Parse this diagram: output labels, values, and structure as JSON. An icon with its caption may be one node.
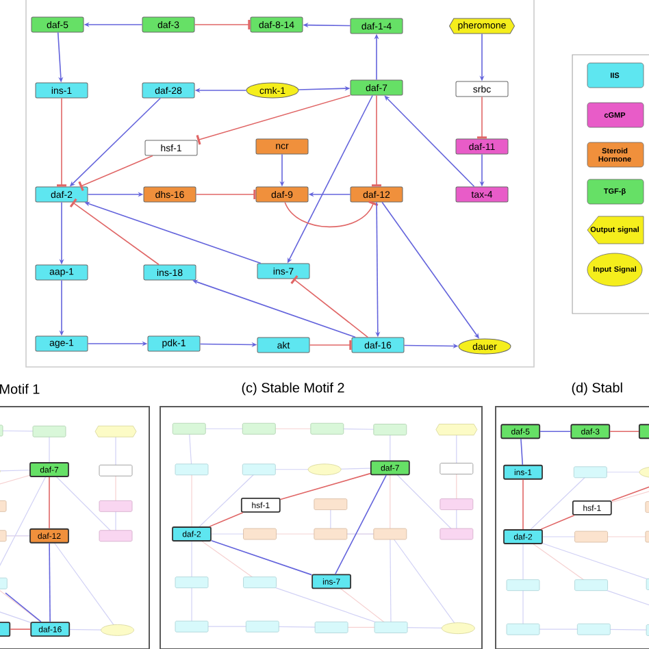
{
  "diagram": {
    "nodes": [
      {
        "text": [
          "daf-5"
        ]
      },
      {
        "text": [
          "daf-3"
        ]
      },
      {
        "text": [
          "daf-8-14"
        ]
      },
      {
        "text": [
          "daf-1-4"
        ]
      },
      {
        "text": [
          "pheromone"
        ]
      },
      {
        "text": [
          "ins-1"
        ]
      },
      {
        "text": [
          "daf-28"
        ]
      },
      {
        "text": [
          "cmk-1"
        ]
      },
      {
        "text": [
          "daf-7"
        ]
      },
      {
        "text": [
          "srbc"
        ]
      },
      {
        "text": [
          "hsf-1"
        ]
      },
      {
        "text": [
          "ncr"
        ]
      },
      {
        "text": [
          "daf-11"
        ]
      },
      {
        "text": [
          "daf-2"
        ]
      },
      {
        "text": [
          "dhs-16"
        ]
      },
      {
        "text": [
          "daf-9"
        ]
      },
      {
        "text": [
          "daf-12"
        ]
      },
      {
        "text": [
          "tax-4"
        ]
      },
      {
        "text": [
          "aap-1"
        ]
      },
      {
        "text": [
          "ins-18"
        ]
      },
      {
        "text": [
          "ins-7"
        ]
      },
      {
        "text": [
          "age-1"
        ]
      },
      {
        "text": [
          "pdk-1"
        ]
      },
      {
        "text": [
          "akt"
        ]
      },
      {
        "text": [
          "daf-16"
        ]
      },
      {
        "text": [
          "dauer"
        ]
      },
      {
        "text": [
          "daf-7"
        ]
      },
      {
        "text": [
          "daf-12"
        ]
      },
      {
        "text": [],
        "shape": "box"
      },
      {
        "text": [
          "daf-16"
        ]
      },
      {
        "text": [
          "daf-7"
        ]
      },
      {
        "text": [
          "hsf-1"
        ]
      },
      {
        "text": [
          "daf-2"
        ]
      },
      {
        "text": [
          "ins-7"
        ]
      },
      {
        "text": [
          "daf-5"
        ]
      },
      {
        "text": [
          "daf-3"
        ]
      },
      {
        "text": [],
        "shape": "box"
      },
      {
        "text": [
          "ins-1"
        ]
      },
      {
        "text": [
          "hsf-1"
        ]
      },
      {
        "text": [
          "daf-2"
        ]
      }
    ],
    "edges": [
      {
        "from": 1,
        "to": 0,
        "arrow": "to"
      },
      {
        "from": 1,
        "to": 2,
        "arrow": "other",
        "color": "#e06666"
      },
      {
        "from": 3,
        "to": 2,
        "arrow": "to"
      },
      {
        "from": 8,
        "to": 3,
        "arrow": "to"
      },
      {
        "from": 0,
        "to": 5,
        "arrow": "to"
      },
      {
        "from": 7,
        "to": 6,
        "arrow": "to"
      },
      {
        "from": 7,
        "to": 8,
        "arrow": "to"
      },
      {
        "from": 4,
        "to": 9,
        "arrow": "to"
      },
      {
        "from": 5,
        "to": 13,
        "arrow": "other",
        "color": "#e06666"
      },
      {
        "from": 6,
        "to": 13,
        "arrow": "to"
      },
      {
        "from": 8,
        "to": 10,
        "arrow": "other",
        "color": "#e06666"
      },
      {
        "from": 10,
        "to": 13,
        "arrow": "other",
        "color": "#e06666"
      },
      {
        "from": 8,
        "to": 20,
        "arrow": "to"
      },
      {
        "from": 8,
        "to": 16,
        "arrow": "other",
        "color": "#e06666"
      },
      {
        "from": 17,
        "to": 8,
        "arrow": "to"
      },
      {
        "from": 9,
        "to": 12,
        "arrow": "other",
        "color": "#e06666"
      },
      {
        "from": 12,
        "to": 17,
        "arrow": "to"
      },
      {
        "from": 11,
        "to": 15,
        "arrow": "to"
      },
      {
        "from": 15,
        "to": 16,
        "arrow": "other",
        "color": "#e06666"
      },
      {
        "from": 13,
        "to": 14,
        "arrow": "to"
      },
      {
        "from": 14,
        "to": 15,
        "arrow": "other",
        "color": "#e06666"
      },
      {
        "from": 16,
        "to": 15,
        "arrow": "to"
      },
      {
        "from": 13,
        "to": 18,
        "arrow": "to"
      },
      {
        "from": 19,
        "to": 13,
        "arrow": "other",
        "color": "#e06666"
      },
      {
        "from": 20,
        "to": 13,
        "arrow": "to"
      },
      {
        "from": 16,
        "to": 24,
        "arrow": "to"
      },
      {
        "from": 16,
        "to": 25,
        "arrow": "to"
      },
      {
        "from": 18,
        "to": 21,
        "arrow": "to"
      },
      {
        "from": 24,
        "to": 19,
        "arrow": "to"
      },
      {
        "from": 24,
        "to": 20,
        "arrow": "other",
        "color": "#e06666"
      },
      {
        "from": 21,
        "to": 22,
        "arrow": "to"
      },
      {
        "from": 22,
        "to": 23,
        "arrow": "to"
      },
      {
        "from": 23,
        "to": 24,
        "arrow": "other",
        "color": "#e06666"
      },
      {
        "from": 24,
        "to": 25,
        "arrow": "to"
      },
      {
        "from": 26,
        "to": 27,
        "arrow": "none",
        "color": "#e06666"
      },
      {
        "from": 27,
        "to": 29,
        "arrow": "none"
      },
      {
        "from": 28,
        "to": 29,
        "arrow": "none",
        "color": "#e06666"
      },
      {
        "from": null,
        "to": 29,
        "arrow": "none"
      },
      {
        "from": 30,
        "to": 31,
        "arrow": "none",
        "color": "#e06666"
      },
      {
        "from": 31,
        "to": 32,
        "arrow": "none",
        "color": "#e06666"
      },
      {
        "from": 32,
        "to": 33,
        "arrow": "none"
      },
      {
        "from": 33,
        "to": 30,
        "arrow": "none"
      },
      {
        "from": 35,
        "to": 34,
        "arrow": "none"
      },
      {
        "from": 35,
        "to": 36,
        "arrow": "none",
        "color": "#e06666"
      },
      {
        "from": 34,
        "to": 37,
        "arrow": "none"
      },
      {
        "from": 37,
        "to": 39,
        "arrow": "none",
        "color": "#e06666"
      },
      {
        "from": 39,
        "to": 38,
        "arrow": "none",
        "color": "#e06666"
      },
      {
        "from": 38,
        "to": null,
        "arrow": "none",
        "color": "#e06666"
      }
    ],
    "labels": [
      "Motif 1",
      "(c)  Stable Motif 2",
      "(d)  Stabl"
    ],
    "legend": [
      {
        "text": "IIS",
        "color": "#5ee6f0"
      },
      {
        "text": "cGMP",
        "color": "#e85cc8"
      },
      {
        "text": "Steroid Hormone",
        "color": "#f0903c"
      },
      {
        "text": "TGF-β",
        "color": "#66e066"
      },
      {
        "text": "Output signal"
      },
      {
        "text": "Input Signal"
      }
    ]
  }
}
